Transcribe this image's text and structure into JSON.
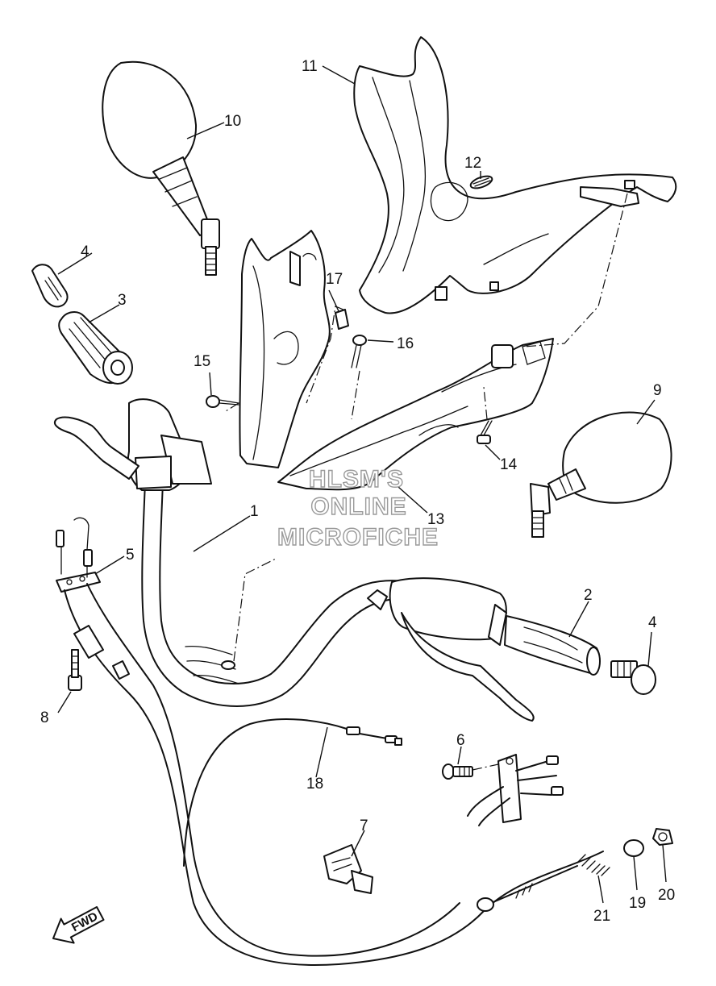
{
  "diagram": {
    "callouts": {
      "c1": "1",
      "c2": "2",
      "c3": "3",
      "c4a": "4",
      "c4b": "4",
      "c5": "5",
      "c6": "6",
      "c7": "7",
      "c8": "8",
      "c9": "9",
      "c10": "10",
      "c11": "11",
      "c12": "12",
      "c13": "13",
      "c14": "14",
      "c15": "15",
      "c16": "16",
      "c17": "17",
      "c18": "18",
      "c19": "19",
      "c20": "20",
      "c21": "21"
    },
    "watermark": {
      "line1": "HLSM'S",
      "line2": "ONLINE",
      "line3": "MICROFICHE"
    },
    "direction_badge": "FWD",
    "colors": {
      "line": "#111111",
      "watermark_outline": "#9a9a9a",
      "background": "#ffffff"
    }
  }
}
